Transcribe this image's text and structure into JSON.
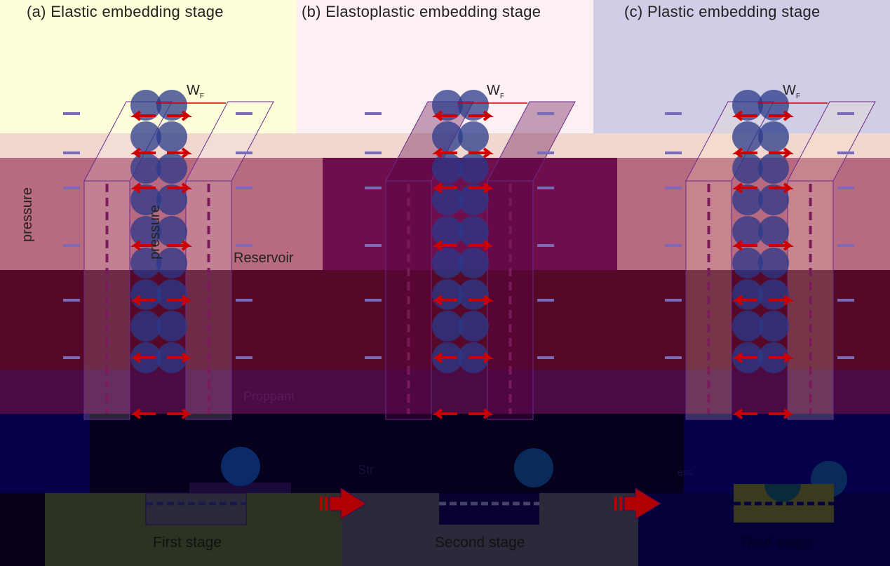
{
  "panels": [
    {
      "title": "(a)  Elastic embedding stage",
      "width_label": "W",
      "width_sub": "F",
      "background": "#fefed8"
    },
    {
      "title": "(b)  Elastoplastic embedding stage",
      "width_label": "W",
      "width_sub": "F",
      "background": "#fdf0f2"
    },
    {
      "title": "(c)  Plastic embedding stage",
      "width_label": "W",
      "width_sub": "F",
      "background": "#d0cde6"
    }
  ],
  "labels": {
    "closure_pressure": "pressure",
    "fluid_pressure": "pressure",
    "reservoir": "Reservoir",
    "proppant": "Proppant",
    "stress": "Str",
    "stress_tail": "ess"
  },
  "stages": [
    {
      "label": "First stage",
      "background": "#2c3322"
    },
    {
      "label": "Second stage",
      "background": "#2a2a3a"
    },
    {
      "label": "Third stage",
      "background": "#06003a"
    }
  ],
  "colors": {
    "arrow_red": "#cc0000",
    "proppant": "#2a3a8a",
    "slab": "#b86a80"
  }
}
